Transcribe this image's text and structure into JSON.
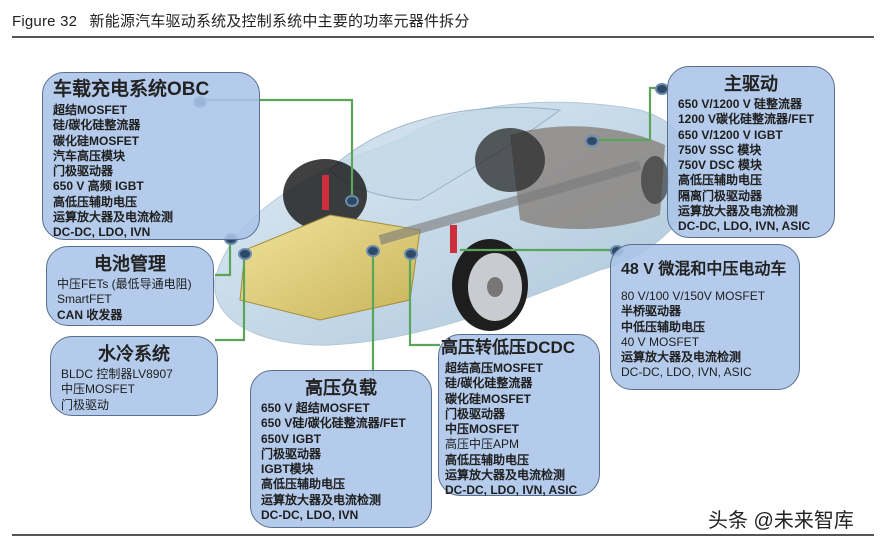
{
  "figure": {
    "label": "Figure 32",
    "title": "新能源汽车驱动系统及控制系统中主要的功率元器件拆分"
  },
  "colors": {
    "box_fill": "#aac4e8",
    "box_border": "#5a6f8e",
    "connector_line": "#5aa55a",
    "connector_dot": "#2f4a66",
    "rule": "#555555"
  },
  "boxes": {
    "obc": {
      "title": "车载充电系统OBC",
      "items": [
        "超结MOSFET",
        "硅/碳化硅整流器",
        "碳化硅MOSFET",
        "汽车高压模块",
        "门极驱动器",
        "650 V 高频 IGBT",
        "高低压辅助电压",
        "运算放大器及电流检测",
        "DC-DC, LDO, IVN"
      ]
    },
    "main_drive": {
      "title": "主驱动",
      "items": [
        "650 V/1200 V 硅整流器",
        "1200 V碳化硅整流器/FET",
        "650 V/1200 V IGBT",
        "750V SSC 模块",
        "750V DSC 模块",
        "高低压辅助电压",
        "隔离门极驱动器",
        "运算放大器及电流检测",
        "DC-DC, LDO, IVN, ASIC"
      ]
    },
    "bms": {
      "title": "电池管理",
      "items": [
        "中压FETs (最低导通电阻)",
        "SmartFET",
        "CAN 收发器"
      ]
    },
    "cooling": {
      "title": "水冷系统",
      "items": [
        "BLDC 控制器LV8907",
        "中压MOSFET",
        "门极驱动"
      ]
    },
    "mild_hybrid": {
      "title": "48 V 微混和中压电动车",
      "items": [
        "80 V/100 V/150V MOSFET",
        "半桥驱动器",
        "中低压辅助电压",
        "40 V MOSFET",
        "运算放大器及电流检测",
        "DC-DC, LDO, IVN, ASIC"
      ]
    },
    "hv_load": {
      "title": "高压负载",
      "items": [
        "650 V 超结MOSFET",
        "650 V硅/碳化硅整流器/FET",
        "650V IGBT",
        "门极驱动器",
        "IGBT模块",
        "高低压辅助电压",
        "运算放大器及电流检测",
        "DC-DC, LDO, IVN"
      ]
    },
    "dcdc": {
      "title": "高压转低压DCDC",
      "items": [
        "超结高压MOSFET",
        "硅/碳化硅整流器",
        "碳化硅MOSFET",
        "门极驱动器",
        "中压MOSFET",
        "高压中压APM",
        "高低压辅助电压",
        "运算放大器及电流检测",
        "DC-DC, LDO, IVN, ASIC"
      ]
    }
  },
  "watermark": "头条 @未来智库"
}
